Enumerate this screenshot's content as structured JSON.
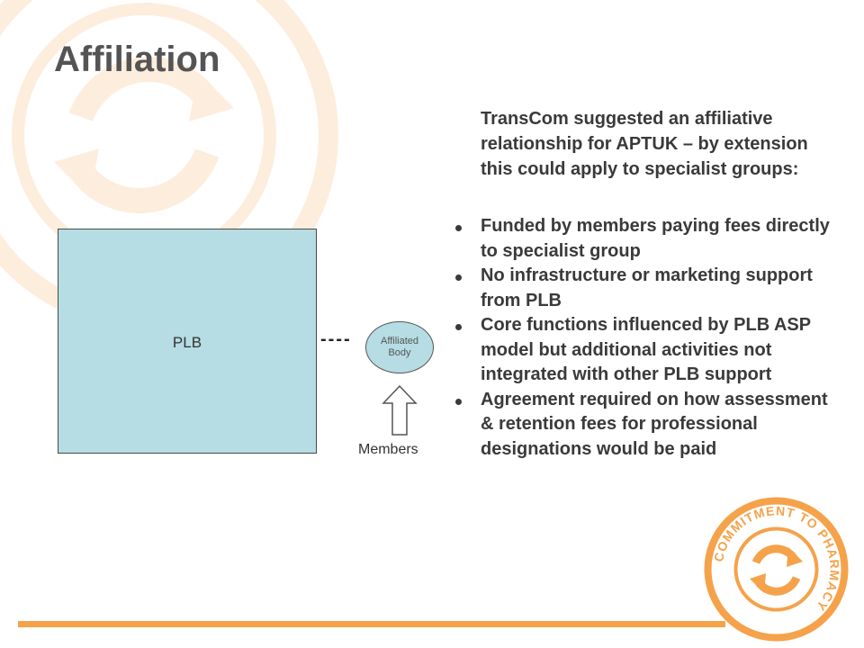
{
  "slide": {
    "title": "Affiliation",
    "intro": "TransCom suggested an affiliative relationship for APTUK – by extension this could apply to specialist groups:",
    "bullets": [
      "Funded by members paying fees directly to specialist group",
      "No infrastructure or marketing support from PLB",
      "Core functions influenced by PLB ASP model but additional activities not integrated with other PLB support",
      "Agreement required on how assessment & retention fees for professional designations would be paid"
    ]
  },
  "diagram": {
    "plb_label": "PLB",
    "connector": "----",
    "affiliated_body": "Affiliated Body",
    "members_label": "Members"
  },
  "logo": {
    "top_text": "COMMITMENT TO PHARMACY",
    "icon": "circular-arrows-icon"
  },
  "colors": {
    "accent": "#f5a24a",
    "box_fill": "#b5dde3",
    "title": "#545454"
  }
}
